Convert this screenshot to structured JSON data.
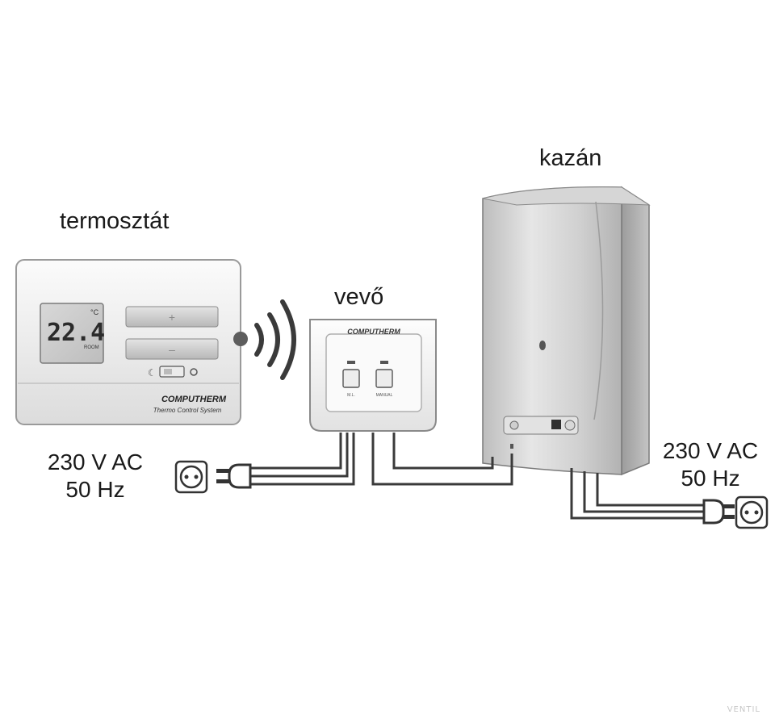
{
  "labels": {
    "thermostat": "termosztát",
    "receiver": "vevő",
    "boiler": "kazán"
  },
  "power_left": {
    "voltage": "230 V AC",
    "frequency": "50 Hz"
  },
  "power_right": {
    "voltage": "230 V AC",
    "frequency": "50 Hz"
  },
  "thermostat": {
    "display_value": "22.4",
    "display_unit": "°C",
    "display_mode": "ROOM",
    "plus_symbol": "+",
    "minus_symbol": "–",
    "brand": "COMPUTHERM",
    "tagline": "Thermo Control System"
  },
  "receiver": {
    "brand": "COMPUTHERM",
    "button_left_label": "M.L.",
    "button_right_label": "MANUAL"
  },
  "watermark": "VENTIL",
  "colors": {
    "device_white": "#f2f2f2",
    "outline": "#555555",
    "wire": "#3a3a3a",
    "boiler_body": "#c9c9c9"
  }
}
